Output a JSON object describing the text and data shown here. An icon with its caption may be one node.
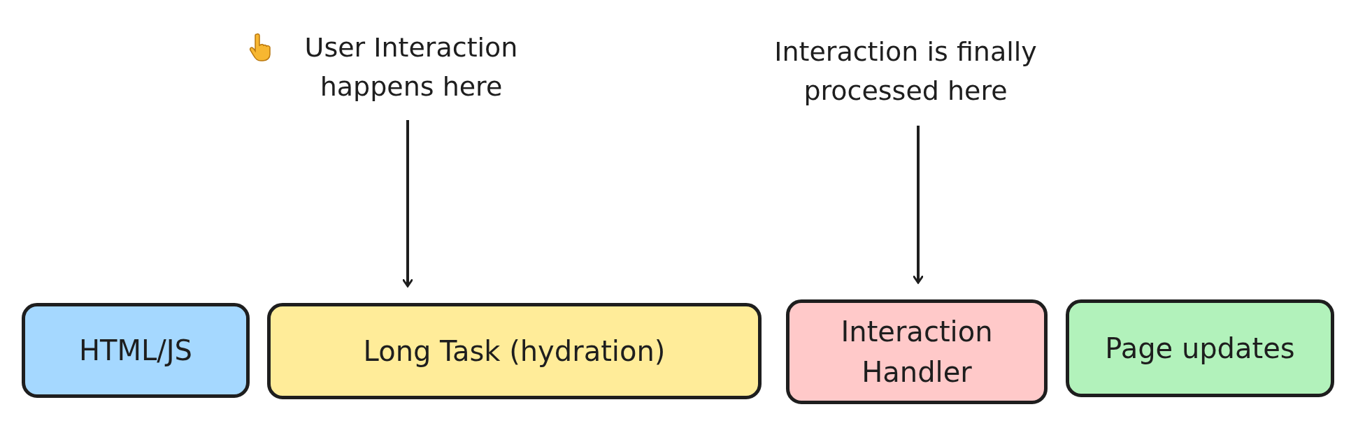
{
  "diagram": {
    "nodes": [
      {
        "text": [
          "User Interaction happens here"
        ]
      },
      {
        "text": [
          "Interaction is finally processed here"
        ]
      },
      {
        "text": [
          "HTML/JS"
        ]
      },
      {
        "text": [
          "Long Task (hydration)"
        ]
      },
      {
        "text": [
          "Interaction Handler"
        ]
      },
      {
        "text": [
          "Page updates"
        ]
      }
    ],
    "edges": [
      {
        "from": 0,
        "to": 3,
        "arrow": "to"
      },
      {
        "from": 1,
        "to": 4,
        "arrow": "to"
      }
    ]
  }
}
